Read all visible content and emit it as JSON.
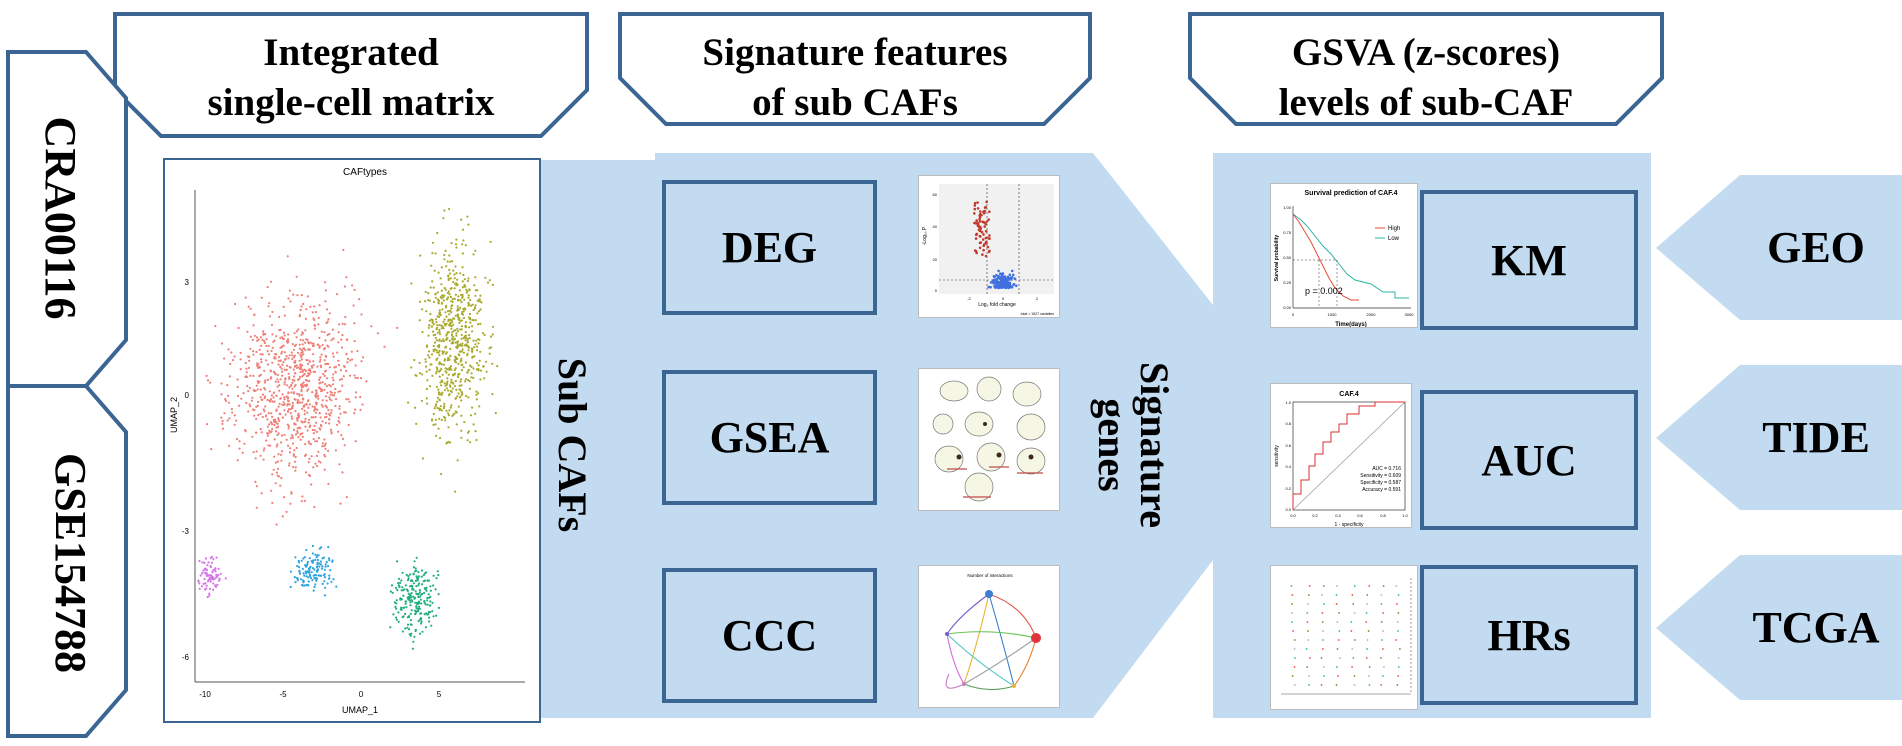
{
  "columns": [
    {
      "title_line1": "Integrated",
      "title_line2": "single-cell matrix"
    },
    {
      "title_line1": "Signature features",
      "title_line2": "of sub CAFs"
    },
    {
      "title_line1": "GSVA (z-scores)",
      "title_line2": "levels of sub-CAF"
    }
  ],
  "datasets": [
    "CRA00116",
    "GSE154788"
  ],
  "flow_labels": {
    "sub_cafs": "Sub CAFs",
    "signature_line1": "Signature",
    "signature_line2": "genes"
  },
  "features": [
    "DEG",
    "GSEA",
    "CCC"
  ],
  "validation": [
    "KM",
    "AUC",
    "HRs"
  ],
  "sources": [
    "GEO",
    "TIDE",
    "TCGA"
  ],
  "umap": {
    "title": "CAFtypes",
    "xlabel": "UMAP_1",
    "ylabel": "UMAP_2",
    "xticks": [
      "-10",
      "-5",
      "0",
      "5"
    ],
    "yticks": [
      "3",
      "0",
      "-3",
      "-6"
    ]
  },
  "deg_plot": {
    "xlabel": "Log₂ fold change",
    "ylabel": "-Log₁₀ P",
    "footer": "total = 1527 variables",
    "xticks": [
      "-2",
      "0",
      "2"
    ],
    "yticks": [
      "0",
      "20",
      "40",
      "60"
    ]
  },
  "km_plot": {
    "title": "Survival prediction of CAF.4",
    "legend_high": "High",
    "legend_low": "Low",
    "pvalue": "p = 0.002",
    "xlabel": "Time(days)",
    "ylabel": "Survival probability",
    "xticks": [
      "0",
      "1000",
      "2000",
      "3000"
    ],
    "yticks": [
      "0.00",
      "0.25",
      "0.50",
      "0.75",
      "1.00"
    ]
  },
  "roc_plot": {
    "title": "CAF.4",
    "auc": "AUC = 0.716",
    "sensitivity": "Sensitivity = 0.609",
    "specificity": "Specificity = 0.587",
    "accuracy": "Accuracy = 0.591",
    "xlabel": "1 - specificity",
    "ylabel": "sensitivity",
    "xticks": [
      "0.0",
      "0.2",
      "0.4",
      "0.6",
      "0.8",
      "1.0"
    ],
    "yticks": [
      "0.0",
      "0.2",
      "0.4",
      "0.6",
      "0.8",
      "1.0"
    ]
  },
  "ccc_plot": {
    "title": "Number of interactions"
  },
  "colors": {
    "border": "#3b6593",
    "fill": "#c3dbf0",
    "umap_red": "#ef7f77",
    "umap_olive": "#a9a92c",
    "umap_green": "#1fae7e",
    "umap_blue": "#2aa3e0",
    "umap_magenta": "#d474e6"
  }
}
